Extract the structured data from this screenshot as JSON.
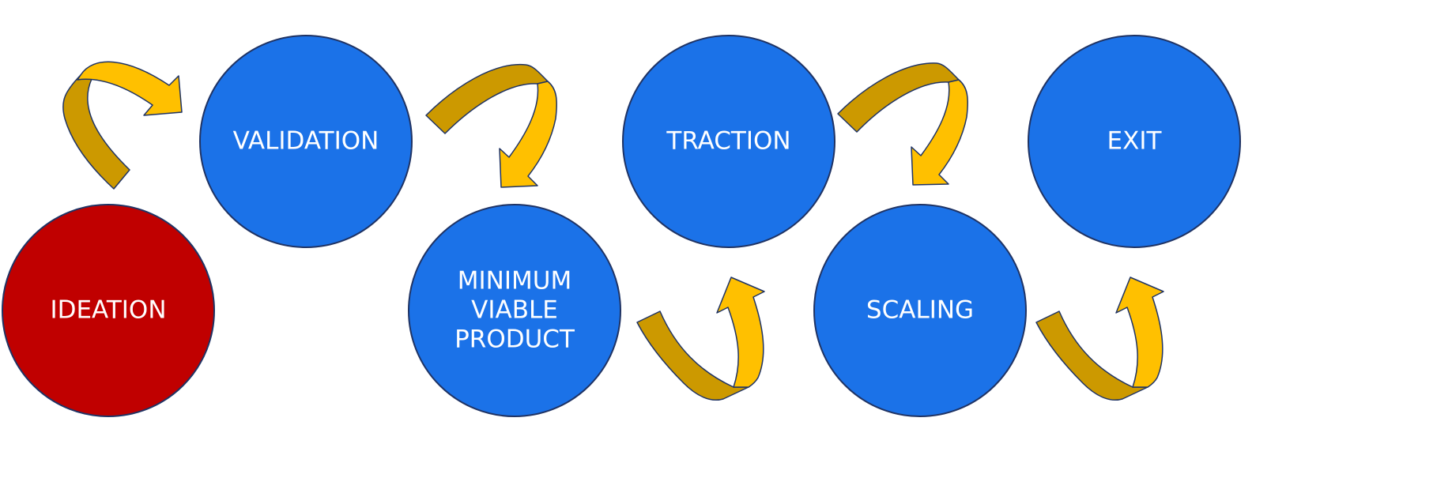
{
  "colors": {
    "stage_fill": "#1b72e8",
    "current_stage_fill": "#c00000",
    "arrow_light": "#ffc000",
    "arrow_dark": "#cc9900",
    "outline": "#1f3364"
  },
  "stages": [
    {
      "id": "ideation",
      "lines": [
        "IDEATION"
      ],
      "current": true
    },
    {
      "id": "validation",
      "lines": [
        "VALIDATION"
      ],
      "current": false
    },
    {
      "id": "mvp",
      "lines": [
        "MINIMUM",
        "VIABLE",
        "PRODUCT"
      ],
      "current": false
    },
    {
      "id": "traction",
      "lines": [
        "TRACTION"
      ],
      "current": false
    },
    {
      "id": "scaling",
      "lines": [
        "SCALING"
      ],
      "current": false
    },
    {
      "id": "exit",
      "lines": [
        "EXIT"
      ],
      "current": false
    }
  ],
  "arrows": [
    {
      "from": "ideation",
      "to": "validation",
      "icon": "curved-arrow-icon"
    },
    {
      "from": "validation",
      "to": "mvp",
      "icon": "curved-arrow-icon"
    },
    {
      "from": "mvp",
      "to": "traction",
      "icon": "curved-arrow-icon"
    },
    {
      "from": "traction",
      "to": "scaling",
      "icon": "curved-arrow-icon"
    },
    {
      "from": "scaling",
      "to": "exit",
      "icon": "curved-arrow-icon"
    }
  ]
}
